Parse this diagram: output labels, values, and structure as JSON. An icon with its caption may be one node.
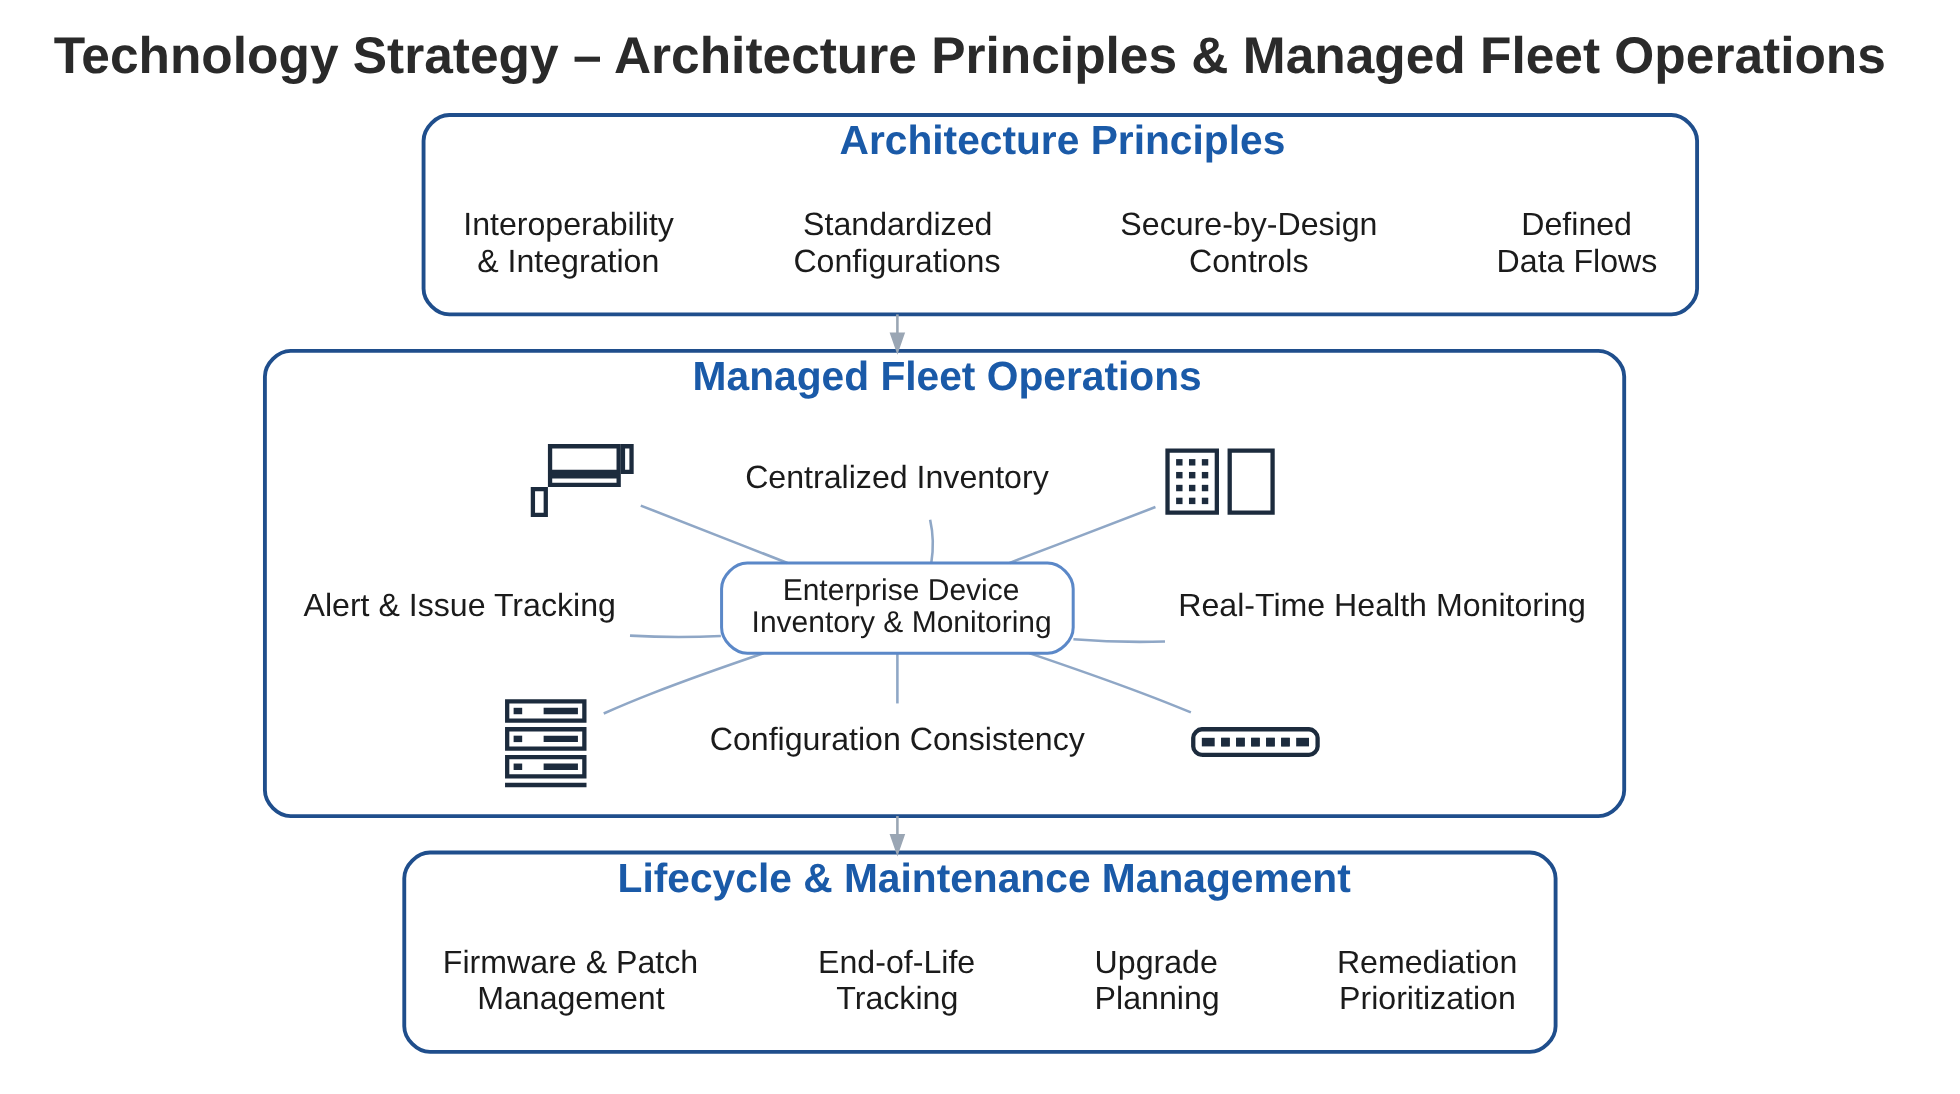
{
  "diagram": {
    "title": "Technology Strategy – Architecture Principles & Managed Fleet Operations",
    "nodes": [
      {
        "text": [
          "Architecture Principles"
        ]
      },
      {
        "text": [
          "Interoperability & Integration"
        ],
        "in": 0
      },
      {
        "text": [
          "Standardized Configurations"
        ],
        "in": 0
      },
      {
        "text": [
          "Secure-by-Design Controls"
        ],
        "in": 0
      },
      {
        "text": [
          "Defined Data Flows"
        ],
        "in": 0
      },
      {
        "text": [
          "Managed Fleet Operations"
        ]
      },
      {
        "text": [],
        "shape": "picture",
        "in": 5
      },
      {
        "text": [
          "Centralized Inventory"
        ],
        "in": 5
      },
      {
        "text": [],
        "shape": "picture",
        "in": 5
      },
      {
        "text": [
          "Alert & Issue Tracking"
        ],
        "in": 5
      },
      {
        "text": [
          "Enterprise Device Inventory & Monitoring"
        ],
        "in": 5
      },
      {
        "text": [
          "Real-Time Health Monitoring"
        ],
        "in": 5
      },
      {
        "text": [],
        "shape": "picture",
        "in": 5
      },
      {
        "text": [
          "Configuration Consistency"
        ],
        "in": 5
      },
      {
        "text": [],
        "shape": "picture",
        "in": 5
      },
      {
        "text": [
          "Lifecycle & Maintenance Management"
        ]
      },
      {
        "text": [
          "Firmware & Patch Management"
        ],
        "in": 15
      },
      {
        "text": [
          "End-of-Life Tracking"
        ],
        "in": 15
      },
      {
        "text": [
          "Upgrade Planning"
        ],
        "in": 15
      },
      {
        "text": [
          "Remediation Prioritization"
        ],
        "in": 15
      }
    ],
    "edges": [
      {
        "from": 0,
        "to": 5,
        "arrow": "to"
      },
      {
        "from": 5,
        "to": 15,
        "arrow": "to"
      },
      {
        "from": 10,
        "to": 7,
        "arrow": "none"
      },
      {
        "from": 10,
        "to": 13,
        "arrow": "none"
      },
      {
        "from": 10,
        "to": 9,
        "arrow": "none"
      },
      {
        "from": 10,
        "to": 11,
        "arrow": "none"
      },
      {
        "from": 10,
        "to": 6,
        "arrow": "none"
      },
      {
        "from": 10,
        "to": 12,
        "arrow": "none"
      },
      {
        "from": 10,
        "to": 8,
        "arrow": "none"
      },
      {
        "from": 10,
        "to": 14,
        "arrow": "none"
      }
    ]
  }
}
